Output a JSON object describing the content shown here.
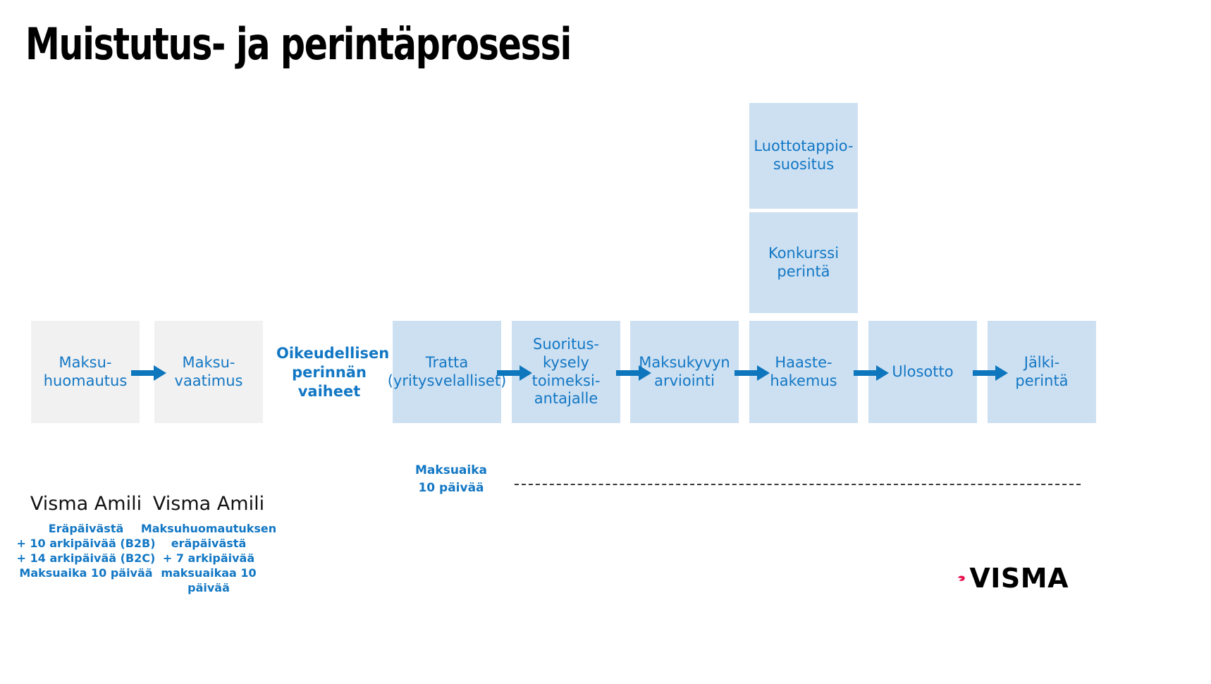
{
  "title": "Muistutus- ja perintäprosessi",
  "colors": {
    "box_grey": "#f1f1f1",
    "box_blue": "#cde0f2",
    "accent_blue": "#1277c4",
    "arrow_blue": "#0e76bc",
    "logo_crimson": "#e4114d",
    "dash_grey": "#3b3b3b"
  },
  "legal_phase_heading": "Oikeudellisen\nperinnän\nvaiheet",
  "main_flow": [
    {
      "id": "maksuhuomautus",
      "label": "Maksu-\nhuomautus",
      "style": "grey"
    },
    {
      "id": "maksuvaatimus",
      "label": "Maksu-\nvaatimus",
      "style": "grey"
    },
    {
      "id": "tratta",
      "label": "Tratta\n(yritysvelalliset)",
      "style": "blue"
    },
    {
      "id": "suorituskysely",
      "label": "Suoritus-\nkysely\ntoimeksi-\nantajalle",
      "style": "blue"
    },
    {
      "id": "maksukyvyn",
      "label": "Maksukyvyn\narviointi",
      "style": "blue"
    },
    {
      "id": "haastehakemus",
      "label": "Haaste-\nhakemus",
      "style": "blue"
    },
    {
      "id": "ulosotto",
      "label": "Ulosotto",
      "style": "blue"
    },
    {
      "id": "jalkiperinta",
      "label": "Jälki-\nperintä",
      "style": "blue"
    }
  ],
  "upper_branch": [
    {
      "id": "luottotappio",
      "label": "Luottotappio-\nsuositus",
      "style": "blue"
    },
    {
      "id": "konkurssi",
      "label": "Konkurssi\nperintä",
      "style": "blue"
    }
  ],
  "footnotes": [
    {
      "id": "maksuhuomautus-note",
      "brand": "Visma Amili",
      "detail": "Eräpäivästä\n+ 10 arkipäivää (B2B)\n+ 14 arkipäivää (B2C)\nMaksuaika 10 päivää"
    },
    {
      "id": "maksuvaatimus-note",
      "brand": "Visma Amili",
      "detail": "Maksuhuomautuksen\neräpäivästä\n+ 7 arkipäivää\nmaksuaikaa 10 päivää"
    }
  ],
  "payment_time_note": "Maksuaika\n10 päivää",
  "logo": {
    "wordmark": "VISMA",
    "mark_name": "visma-leaf-mark"
  }
}
